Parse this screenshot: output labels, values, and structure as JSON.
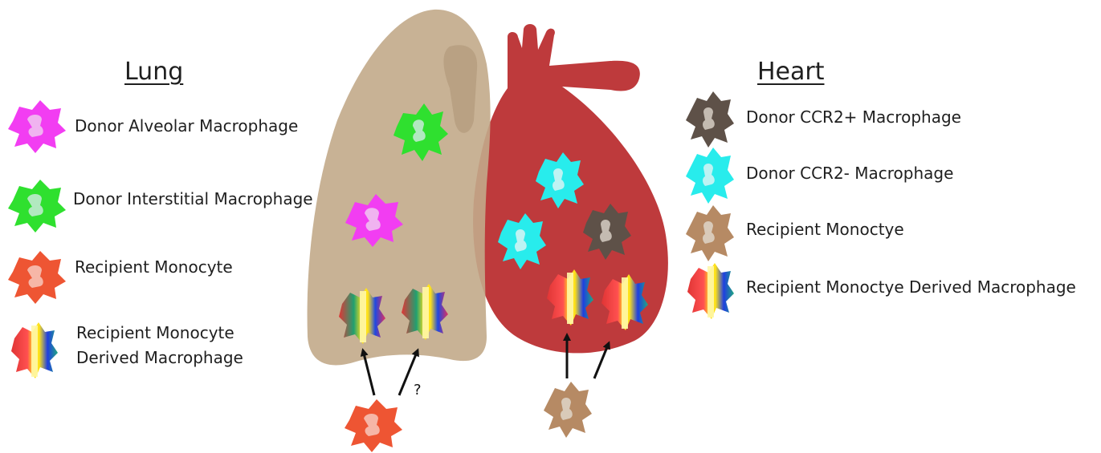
{
  "lung": {
    "title": "Lung",
    "legend": [
      {
        "label": "Donor Alveolar Macrophage",
        "color": "#f23df2"
      },
      {
        "label": "Donor Interstitial Macrophage",
        "color": "#2fe02f"
      },
      {
        "label": "Recipient Monocyte",
        "color": "#ee5533"
      },
      {
        "label_line1": "Recipient Monocyte",
        "label_line2": "Derived Macrophage",
        "colors": [
          "#e23b3b",
          "#ffe21a",
          "#1f4fe0",
          "#20a880"
        ]
      }
    ]
  },
  "heart": {
    "title": "Heart",
    "legend": [
      {
        "label": "Donor CCR2+ Macrophage",
        "color": "#5e5148"
      },
      {
        "label": "Donor CCR2- Macrophage",
        "color": "#28ecec"
      },
      {
        "label": "Recipient Monoctye",
        "color": "#b68a64"
      },
      {
        "label": "Recipient Monoctye Derived Macrophage",
        "colors": [
          "#e23b3b",
          "#ffe21a",
          "#1f4fe0",
          "#20a880"
        ]
      }
    ]
  },
  "annotations": {
    "question_mark": "?"
  },
  "colors": {
    "lung_organ": "#c2aa8a",
    "heart_organ": "#be3a3c"
  }
}
